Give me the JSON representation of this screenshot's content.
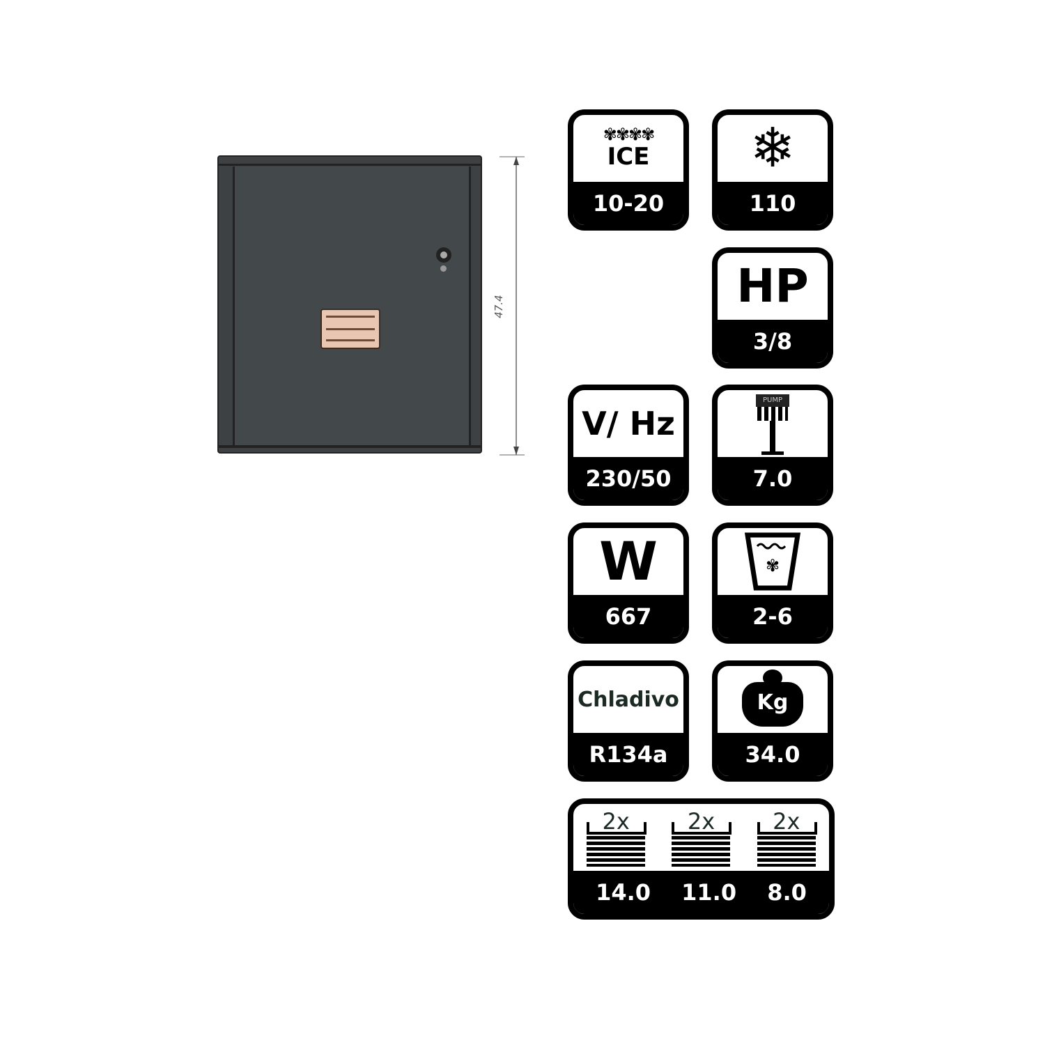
{
  "product": {
    "dimension_label": "47.4"
  },
  "specs": {
    "ice": {
      "icon": "ice-snowflakes-icon",
      "label": "ICE",
      "value": "10-20"
    },
    "production": {
      "icon": "snowflake-icon",
      "value": "110"
    },
    "power_hp": {
      "label": "HP",
      "value": "3/8"
    },
    "voltage": {
      "label": "V/ Hz",
      "value": "230/50"
    },
    "pump": {
      "icon": "pump-icon",
      "label": "PUMP",
      "value": "7.0"
    },
    "wattage": {
      "label": "W",
      "value": "667"
    },
    "storage": {
      "icon": "ice-glass-icon",
      "value": "2-6"
    },
    "refrigerant": {
      "label": "Chladivo",
      "value": "R134a"
    },
    "weight": {
      "icon": "weight-icon",
      "label": "Kg",
      "value": "34.0"
    },
    "cube_sizes": {
      "icon": "ice-cube-stack-icon",
      "items": [
        {
          "label": "2x",
          "value": "14.0"
        },
        {
          "label": "2x",
          "value": "11.0"
        },
        {
          "label": "2x",
          "value": "8.0"
        }
      ]
    }
  }
}
